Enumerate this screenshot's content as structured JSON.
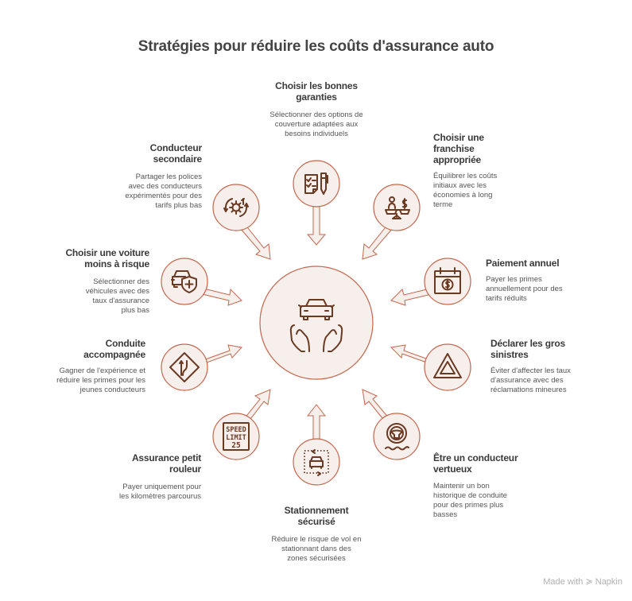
{
  "title": "Stratégies pour réduire les coûts d'assurance auto",
  "colors": {
    "accent": "#c5664c",
    "fill": "#f7efec",
    "icon": "#6b3a22",
    "title_text": "#444444",
    "body_text": "#555555"
  },
  "center": {
    "icon": "hands-car-icon"
  },
  "strategies": [
    {
      "id": "garanties",
      "title": "Choisir les bonnes garanties",
      "description": "Sélectionner des options de couverture adaptées aux besoins individuels",
      "icon": "checklist-pen-icon"
    },
    {
      "id": "franchise",
      "title": "Choisir une franchise appropriée",
      "description": "Équilibrer les coûts initiaux avec les économies à long terme",
      "icon": "balance-scale-icon"
    },
    {
      "id": "paiement",
      "title": "Paiement annuel",
      "description": "Payer les primes annuellement pour des tarifs réduits",
      "icon": "calendar-dollar-icon"
    },
    {
      "id": "sinistres",
      "title": "Déclarer les gros sinistres",
      "description": "Éviter d'affecter les taux d'assurance avec des réclamations mineures",
      "icon": "warning-triangle-icon"
    },
    {
      "id": "vertueux",
      "title": "Être un conducteur vertueux",
      "description": "Maintenir un bon historique de conduite pour des primes plus basses",
      "icon": "steering-wheel-icon"
    },
    {
      "id": "stationnement",
      "title": "Stationnement sécurisé",
      "description": "Réduire le risque de vol en stationnant dans des zones sécurisées",
      "icon": "secure-parking-icon"
    },
    {
      "id": "petit_rouleur",
      "title": "Assurance petit rouleur",
      "description": "Payer uniquement pour les kilomètres parcourus",
      "icon": "speed-limit-sign-icon",
      "sign_text": [
        "SPEED",
        "LIMIT",
        "25"
      ]
    },
    {
      "id": "accompagnee",
      "title": "Conduite accompagnée",
      "description": "Gagner de l'expérience et réduire les primes pour les jeunes conducteurs",
      "icon": "road-merge-sign-icon"
    },
    {
      "id": "voiture",
      "title": "Choisir une voiture moins à risque",
      "description": "Sélectionner des véhicules avec des taux d'assurance plus bas",
      "icon": "car-shield-icon"
    },
    {
      "id": "secondaire",
      "title": "Conducteur secondaire",
      "description": "Partager les polices avec des conducteurs expérimentés pour des tarifs plus bas",
      "icon": "gear-cycle-icon"
    }
  ],
  "footer": {
    "made_with": "Made with",
    "brand": "Napkin"
  }
}
